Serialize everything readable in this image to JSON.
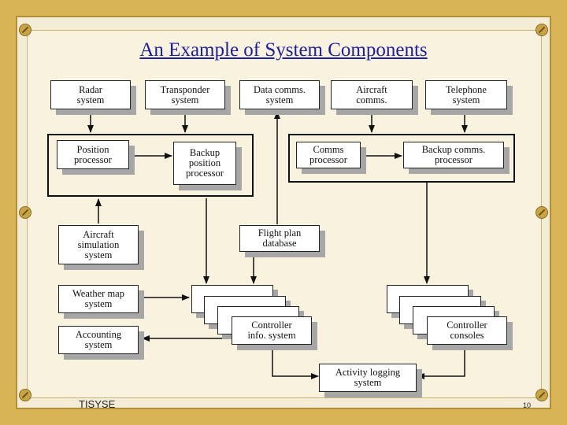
{
  "title": "An Example of System Components",
  "footer": {
    "left": "TISYSE",
    "page_number": "10"
  },
  "boxes": {
    "radar": "Radar\nsystem",
    "transponder": "Transponder\nsystem",
    "data_comms": "Data comms.\nsystem",
    "aircraft_comms": "Aircraft\ncomms.",
    "telephone": "Telephone\nsystem",
    "position_processor": "Position\nprocessor",
    "backup_position": "Backup\nposition\nprocessor",
    "comms_processor": "Comms\nprocessor",
    "backup_comms": "Backup comms.\nprocessor",
    "aircraft_simulation": "Aircraft\nsimulation\nsystem",
    "flight_plan": "Flight plan\ndatabase",
    "weather_map": "Weather map\nsystem",
    "accounting": "Accounting\nsystem",
    "controller_info": "Controller\ninfo. system",
    "controller_consoles": "Controller\nconsoles",
    "activity_logging": "Activity logging\nsystem"
  }
}
